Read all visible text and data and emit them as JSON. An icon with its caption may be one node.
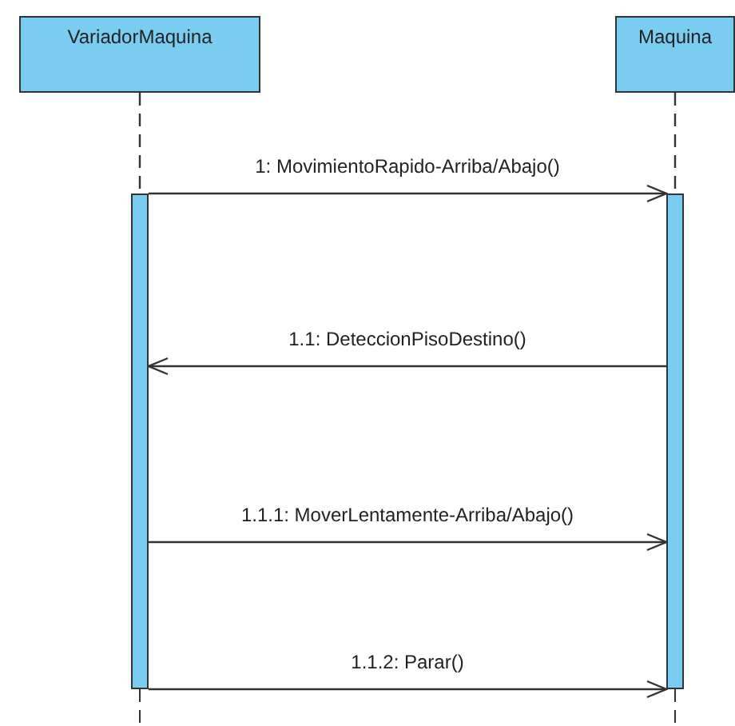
{
  "diagram": {
    "nodes": [
      {
        "text": [
          "VariadorMaquina"
        ]
      },
      {
        "text": [
          "Maquina"
        ]
      },
      {
        "text": [],
        "shape": "bar"
      },
      {
        "text": [],
        "shape": "bar"
      }
    ],
    "edges": [
      {
        "from": 0,
        "to": 2,
        "arrow": "none",
        "style": "dashed"
      },
      {
        "from": 1,
        "to": 3,
        "arrow": "none",
        "style": "dashed"
      },
      {
        "from": 2,
        "to": 3,
        "arrow": "to",
        "label": "1: MovimientoRapido-Arriba/Abajo()"
      },
      {
        "from": 3,
        "to": 2,
        "arrow": "to",
        "label": "1.1: DeteccionPisoDestino()"
      },
      {
        "from": 2,
        "to": 3,
        "arrow": "to",
        "label": "1.1.1: MoverLentamente-Arriba/Abajo()"
      },
      {
        "from": 2,
        "to": 3,
        "arrow": "to",
        "label": "1.1.2: Parar()"
      }
    ]
  }
}
